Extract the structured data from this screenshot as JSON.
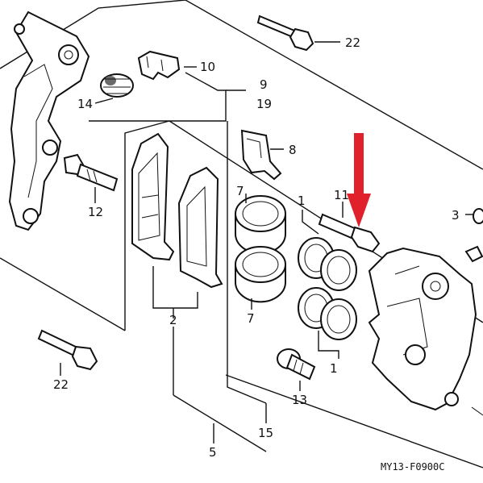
{
  "diagram": {
    "code": "MY13-F0900C",
    "labels": {
      "l22a": "22",
      "l10": "10",
      "l9": "9",
      "l19": "19",
      "l14": "14",
      "l8": "8",
      "l12": "12",
      "l11": "11",
      "l1a": "1",
      "l7a": "7",
      "l7b": "7",
      "l3": "3",
      "l2": "2",
      "l1b": "1",
      "l22b": "22",
      "l13": "13",
      "l15": "15",
      "l5": "5"
    },
    "colors": {
      "line": "#111111",
      "arrow": "#e0202a",
      "background": "#ffffff"
    }
  }
}
